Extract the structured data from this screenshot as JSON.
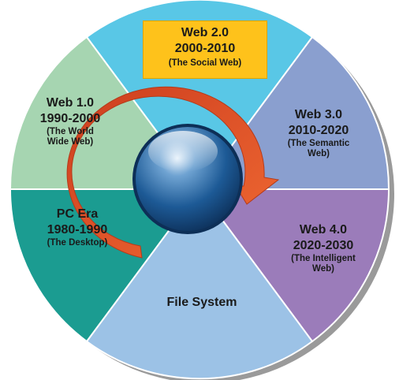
{
  "segments": [
    {
      "key": "web1",
      "title": "Web 1.0",
      "years": "1990-2000",
      "subtitle_lines": [
        "(The World",
        "Wide Web)"
      ],
      "color": "#a6d5b1"
    },
    {
      "key": "web2",
      "title": "Web 2.0",
      "years": "2000-2010",
      "subtitle_lines": [
        "(The Social Web)"
      ],
      "color": "#59c7e6",
      "box_color": "#fec21b"
    },
    {
      "key": "web3",
      "title": "Web 3.0",
      "years": "2010-2020",
      "subtitle_lines": [
        "(The Semantic",
        "Web)"
      ],
      "color": "#8a9fcf"
    },
    {
      "key": "web4",
      "title": "Web 4.0",
      "years": "2020-2030",
      "subtitle_lines": [
        "(The Intelligent",
        "Web)"
      ],
      "color": "#9b7cba"
    },
    {
      "key": "fs",
      "title": "File System",
      "color": "#9cc2e6"
    },
    {
      "key": "pc",
      "title": "PC Era",
      "years": "1980-1990",
      "subtitle_lines": [
        "(The Desktop)"
      ],
      "color": "#1b9c91"
    }
  ],
  "arrow_color": "#e0562a",
  "center_sphere_color": "#1f5e9a"
}
